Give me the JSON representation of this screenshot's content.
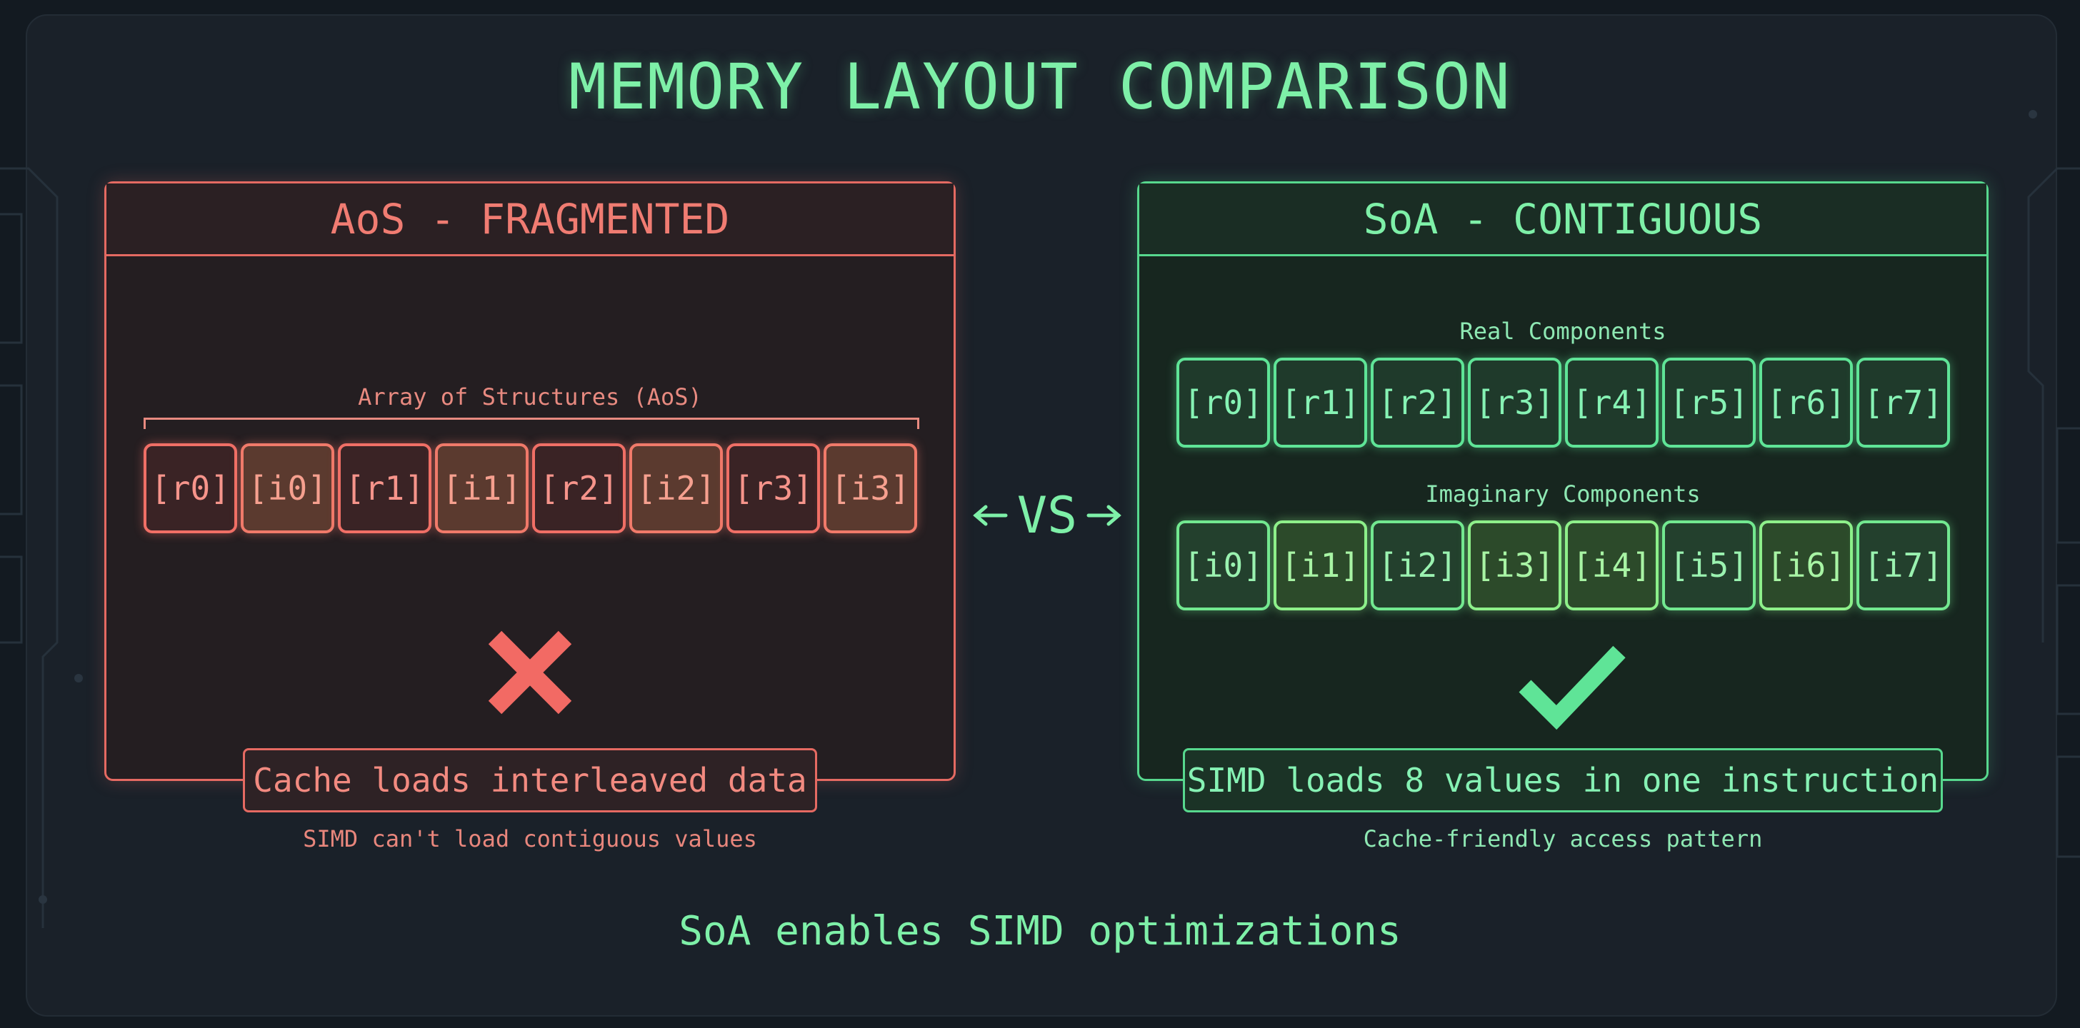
{
  "title": "MEMORY LAYOUT COMPARISON",
  "aos": {
    "header": "AoS - FRAGMENTED",
    "label": "Array of Structures (AoS)",
    "cells": [
      "[r0]",
      "[i0]",
      "[r1]",
      "[i1]",
      "[r2]",
      "[i2]",
      "[r3]",
      "[i3]"
    ],
    "caption": "Cache loads interleaved data",
    "note": "SIMD can't load contiguous values",
    "icon": "x-icon",
    "color": "#e56a62"
  },
  "vs": "VS",
  "soa": {
    "header": "SoA - CONTIGUOUS",
    "real_label": "Real Components",
    "real_cells": [
      "[r0]",
      "[r1]",
      "[r2]",
      "[r3]",
      "[r4]",
      "[r5]",
      "[r6]",
      "[r7]"
    ],
    "imag_label": "Imaginary Components",
    "imag_cells": [
      "[i0]",
      "[i1]",
      "[i2]",
      "[i3]",
      "[i4]",
      "[i5]",
      "[i6]",
      "[i7]"
    ],
    "caption": "SIMD loads 8 values in one instruction",
    "note": "Cache-friendly access pattern",
    "icon": "checkmark-icon",
    "color": "#57d88e"
  },
  "footer": "SoA enables SIMD optimizations"
}
